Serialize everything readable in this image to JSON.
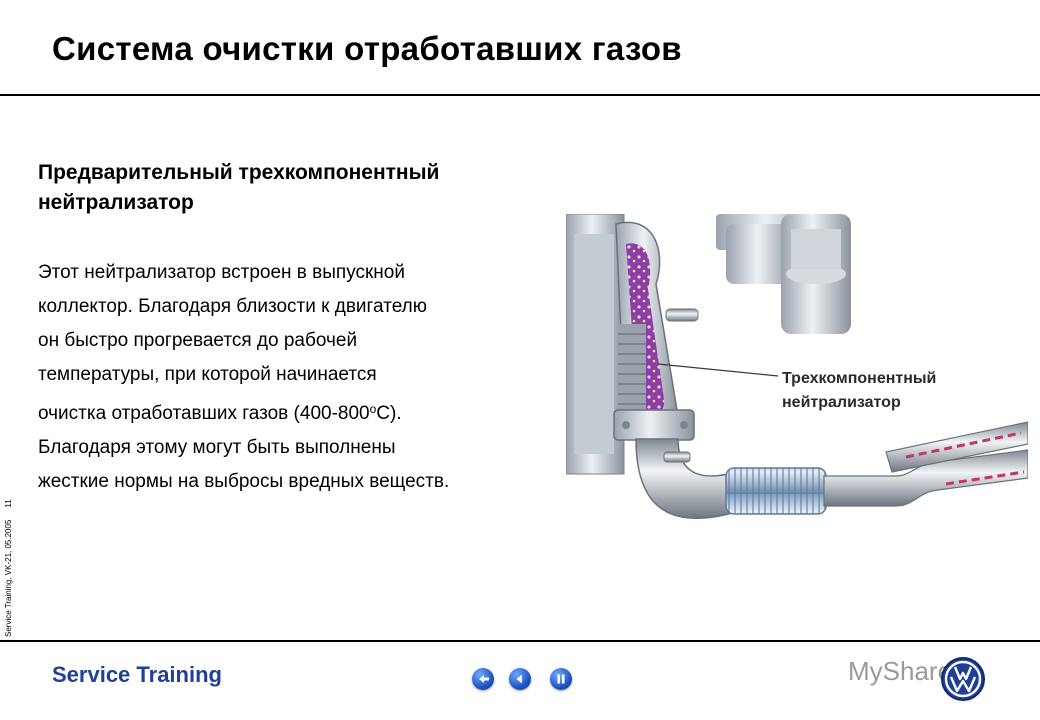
{
  "header": {
    "title": "Система очистки отработавших газов"
  },
  "section": {
    "heading_lines": [
      "Предварительный трехкомпонентный",
      "нейтрализатор"
    ],
    "body_lines": [
      "Этот нейтрализатор встроен в выпускной",
      "коллектор. Благодаря близости к двигателю",
      "он быстро прогревается до рабочей",
      "температуры, при которой начинается",
      "очистка отработавших газов (400-800",
      "Благодаря этому могут быть выполнены",
      "жесткие нормы на выбросы вредных веществ."
    ],
    "temp_superscript": "o",
    "temp_suffix": "C)."
  },
  "illustration": {
    "callout_lines": [
      "Трехкомпонентный",
      "нейтрализатор"
    ]
  },
  "side_label": {
    "text": "Service Training, VK-21, 05.2005",
    "page_number": "11"
  },
  "footer": {
    "brand": "Service Training",
    "watermark": "MyShared",
    "nav_buttons": [
      "first-page",
      "previous-page",
      "pause"
    ]
  },
  "colors": {
    "brand_blue": "#1f3f99",
    "nav_blue": "#1c4fbf",
    "watermark_gray": "#9a9a9a"
  }
}
